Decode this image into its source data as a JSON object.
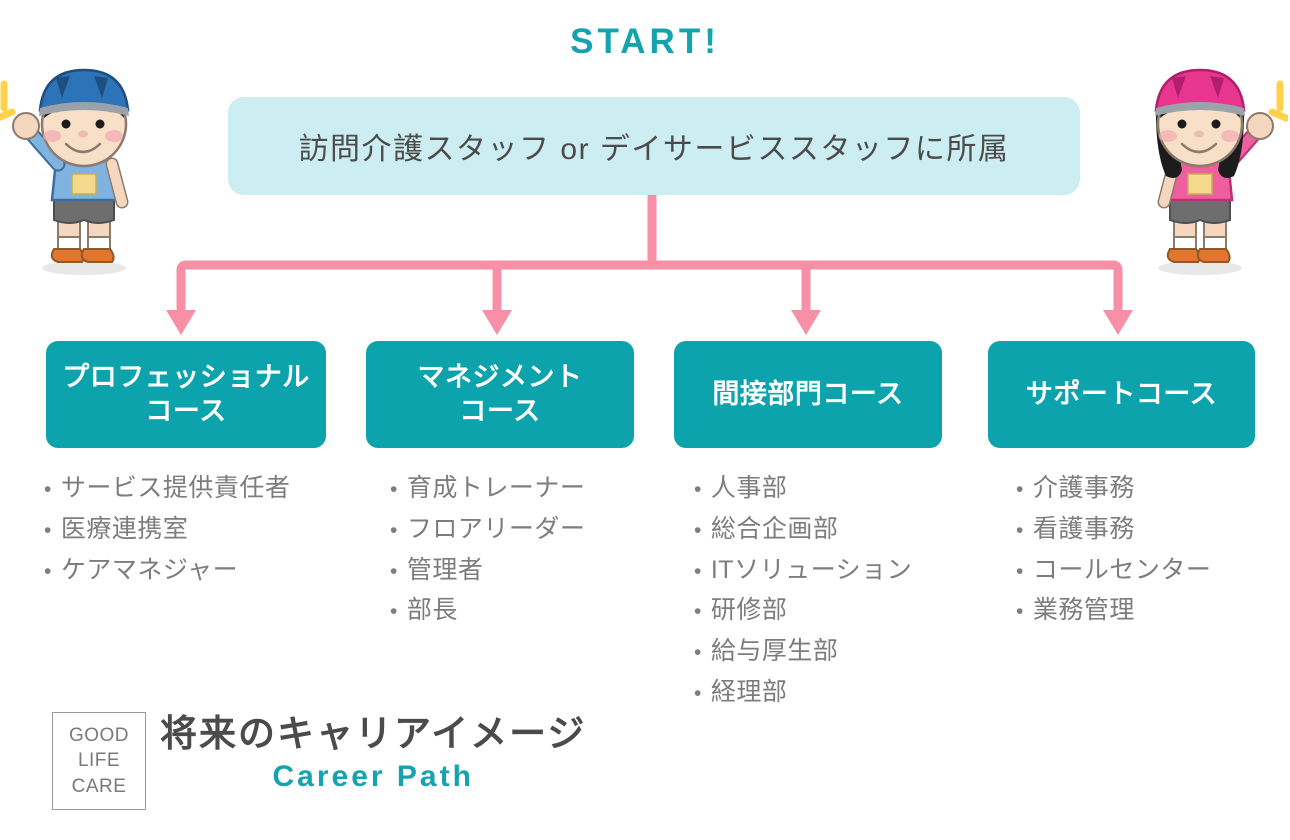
{
  "title": "START!",
  "colors": {
    "teal": "#0CA3AC",
    "teal_text": "#16A3B0",
    "header_fill": "#CCEDF2",
    "pink": "#F78FA7",
    "body_text": "#7D7D7D",
    "heading_text": "#4B4B4B"
  },
  "header": {
    "label": "訪問介護スタッフ or デイサービススタッフに所属"
  },
  "courses": [
    {
      "name": "professional",
      "title_lines": [
        "プロフェッショナル",
        "コース"
      ],
      "items": [
        "サービス提供責任者",
        "医療連携室",
        "ケアマネジャー"
      ]
    },
    {
      "name": "management",
      "title_lines": [
        "マネジメント",
        "コース"
      ],
      "items": [
        "育成トレーナー",
        "フロアリーダー",
        "管理者",
        "部長"
      ]
    },
    {
      "name": "indirect-division",
      "title_lines": [
        "間接部門コース"
      ],
      "items": [
        "人事部",
        "総合企画部",
        "ITソリューション",
        "研修部",
        "給与厚生部",
        "経理部"
      ]
    },
    {
      "name": "support",
      "title_lines": [
        "サポートコース"
      ],
      "items": [
        "介護事務",
        "看護事務",
        "コールセンター",
        "業務管理"
      ]
    }
  ],
  "bullet_glyph": "•",
  "footer": {
    "logo_lines": [
      "GOOD",
      "LIFE",
      "CARE"
    ],
    "title_jp": "将来のキャリアイメージ",
    "title_en": "Career Path"
  },
  "characters": {
    "left": {
      "name": "boy-cheering-illustration",
      "helmet_color": "#2D73B8",
      "shirt_color": "#7FB3E0"
    },
    "right": {
      "name": "girl-cheering-illustration",
      "helmet_color": "#E8368F",
      "shirt_color": "#EE5FA0"
    }
  }
}
